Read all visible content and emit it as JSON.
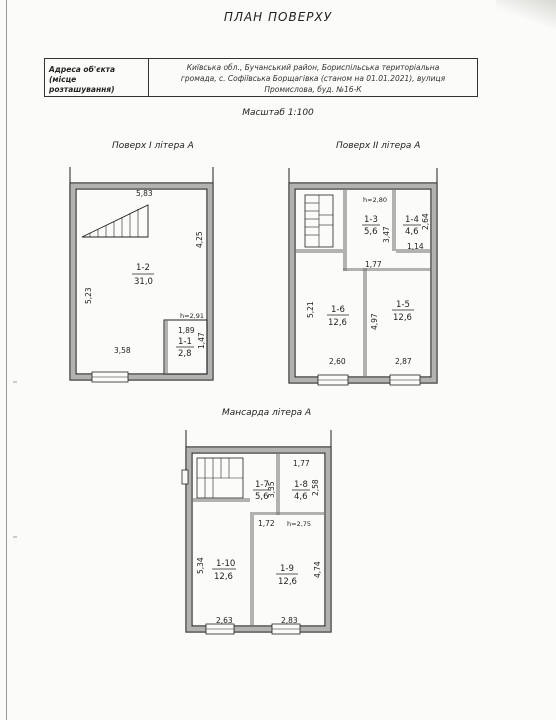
{
  "title": "ПЛАН ПОВЕРХУ",
  "address_label": "Адреса об'єкта (місце розташування)",
  "address_lines": [
    "Київська обл., Бучанський район, Бориспільська територіальна",
    "громада, с. Софіївська Борщагівка (станом на 01.01.2021), вулиця",
    "Промислова, буд. №16-К"
  ],
  "scale": "Масштаб 1:100",
  "floor1": {
    "caption": "Поверх І літера А",
    "dims": {
      "top": "5,83",
      "right": "4,25",
      "left": "5,23",
      "bottom": "3,58",
      "h": "h=2,91",
      "small_w": "1,89",
      "small_h": "1,47"
    },
    "rooms": [
      {
        "id": "1-2",
        "area": "31,0"
      },
      {
        "id": "1-1",
        "area": "2,8"
      }
    ]
  },
  "floor2": {
    "caption": "Поверх ІІ літера А",
    "dims": {
      "h": "h=2,80",
      "r3w": "3,47",
      "r4h": "2,64",
      "r4b": "1,14",
      "mid": "1,77",
      "left": "5,21",
      "mid2": "4,97",
      "b1": "2,60",
      "b2": "2,87"
    },
    "rooms": [
      {
        "id": "1-3",
        "area": "5,6"
      },
      {
        "id": "1-4",
        "area": "4,6"
      },
      {
        "id": "1-6",
        "area": "12,6"
      },
      {
        "id": "1-5",
        "area": "12,6"
      }
    ]
  },
  "attic": {
    "caption": "Мансарда літера А",
    "dims": {
      "top": "1,77",
      "r8h": "2,58",
      "r7h": "3,35",
      "mid": "1,72",
      "h": "h=2,75",
      "left": "5,34",
      "right": "4,74",
      "b1": "2,63",
      "b2": "2,83"
    },
    "rooms": [
      {
        "id": "1-7",
        "area": "5,6"
      },
      {
        "id": "1-8",
        "area": "4,6"
      },
      {
        "id": "1-10",
        "area": "12,6"
      },
      {
        "id": "1-9",
        "area": "12,6"
      }
    ]
  }
}
